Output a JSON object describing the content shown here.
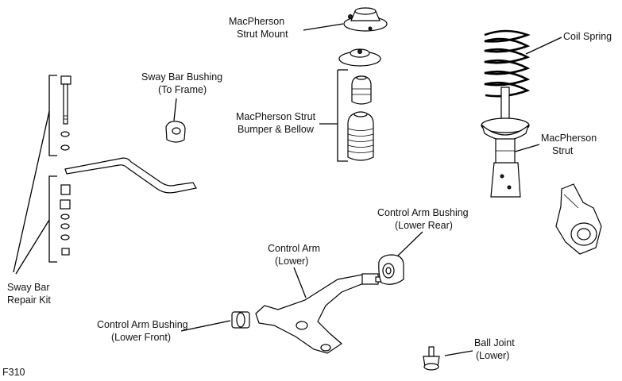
{
  "figure_code": "F310",
  "labels": {
    "strut_mount": [
      "MacPherson",
      "Strut Mount"
    ],
    "coil_spring": [
      "Coil Spring"
    ],
    "sway_bar_bushing": [
      "Sway Bar Bushing",
      "(To Frame)"
    ],
    "strut_bumper": [
      "MacPherson Strut",
      "Bumper & Bellow"
    ],
    "macpherson_strut": [
      "MacPherson",
      "Strut"
    ],
    "ca_bushing_rear": [
      "Control Arm Bushing",
      "(Lower Rear)"
    ],
    "control_arm": [
      "Control Arm",
      "(Lower)"
    ],
    "sway_bar_kit": [
      "Sway Bar",
      "Repair Kit"
    ],
    "ca_bushing_front": [
      "Control Arm Bushing",
      "(Lower Front)"
    ],
    "ball_joint": [
      "Ball Joint",
      "(Lower)"
    ]
  }
}
